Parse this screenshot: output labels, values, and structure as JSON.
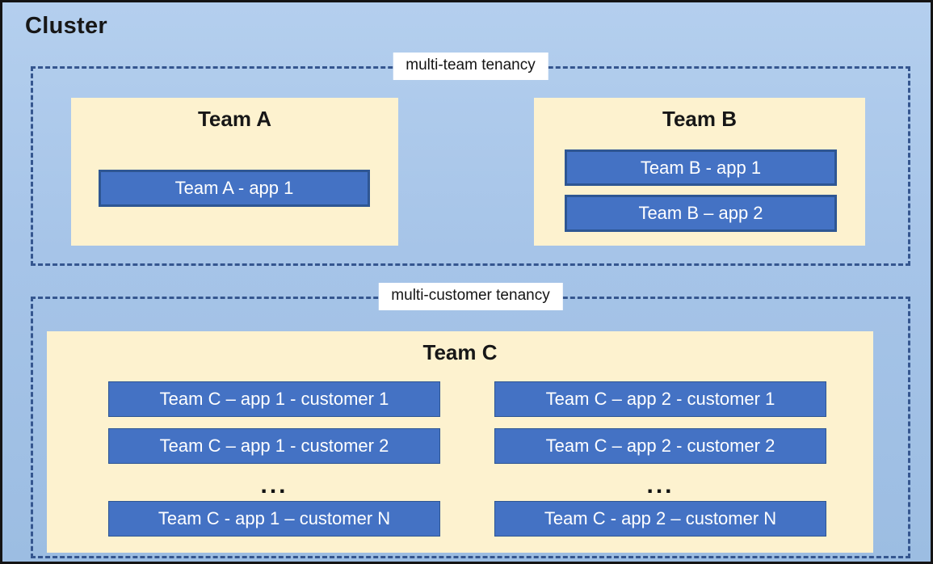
{
  "cluster": {
    "title": "Cluster"
  },
  "colors": {
    "background": "#a6c4e8",
    "outer_border": "#141414",
    "dashed_border": "#35568f",
    "team_fill": "#fdf2cf",
    "app_fill": "#4472c4",
    "app_border": "#2e5693",
    "app_text": "#ffffff",
    "label_background": "#ffffff"
  },
  "groups": [
    {
      "label": "multi-team tenancy",
      "teams": [
        {
          "name": "Team A",
          "apps": [
            "Team A - app 1"
          ]
        },
        {
          "name": "Team B",
          "apps": [
            "Team B - app 1",
            "Team B – app 2"
          ]
        }
      ]
    },
    {
      "label": "multi-customer tenancy",
      "teams": [
        {
          "name": "Team C",
          "columns": [
            {
              "apps": [
                "Team C – app 1 - customer 1",
                "Team C – app 1 - customer 2",
                "Team C - app 1 – customer N"
              ],
              "ellipsis": "..."
            },
            {
              "apps": [
                "Team C – app 2 - customer 1",
                "Team C – app 2 - customer 2",
                "Team C - app 2 – customer N"
              ],
              "ellipsis": "..."
            }
          ]
        }
      ]
    }
  ]
}
